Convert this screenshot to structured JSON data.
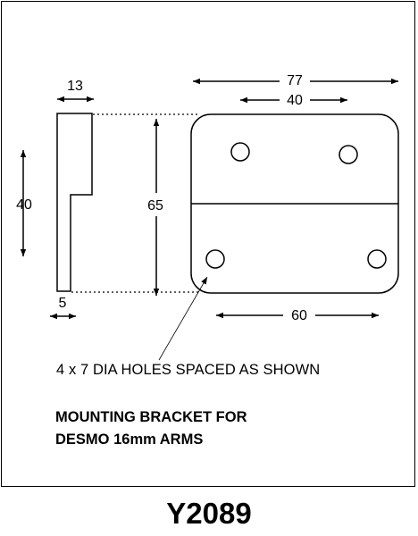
{
  "dimensions": {
    "side_width": "13",
    "side_height": "40",
    "overall_height": "65",
    "foot_width": "5",
    "plate_width": "77",
    "hole_spacing_top": "40",
    "hole_spacing_bottom": "60"
  },
  "note": "4 x 7 DIA HOLES SPACED AS SHOWN",
  "caption": {
    "line1": "MOUNTING BRACKET FOR",
    "line2": "DESMO 16mm ARMS"
  },
  "part_code": "Y2089"
}
